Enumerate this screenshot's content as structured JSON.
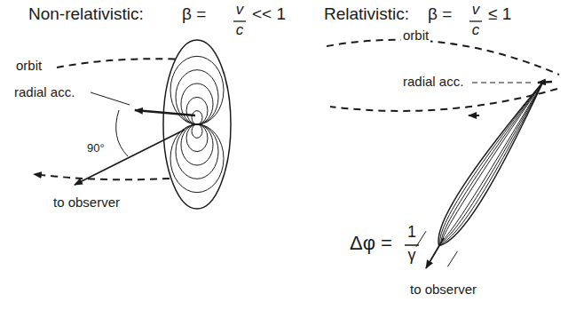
{
  "diagram": {
    "labels": [
      "Non-relativistic:",
      "β =",
      "v",
      "c",
      "<< 1",
      "Relativistic:",
      "β =",
      "v",
      "c",
      "≤ 1",
      "orbit",
      "radial acc.",
      "90°",
      "to observer",
      "orbit",
      "radial acc.",
      "Δφ =",
      "1",
      "γ",
      "to observer"
    ]
  }
}
